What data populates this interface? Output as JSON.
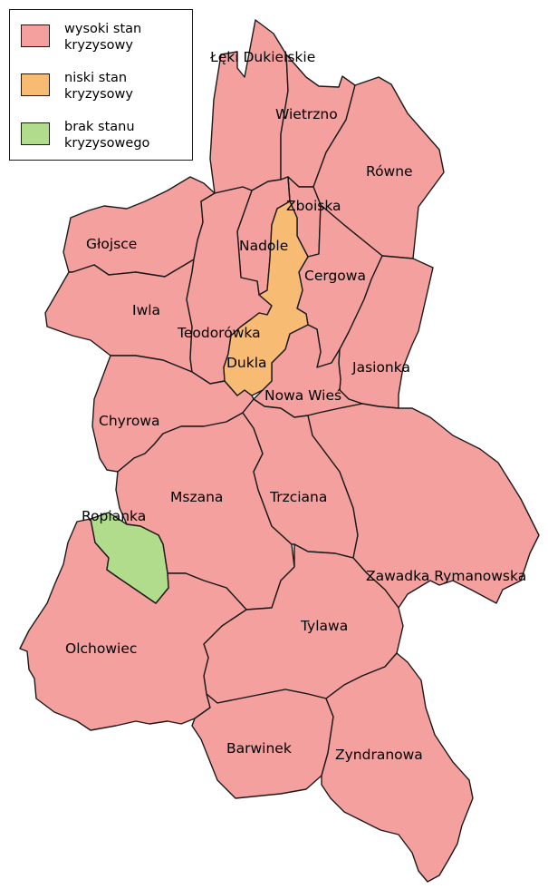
{
  "colors": {
    "high": "#f4a09e",
    "low": "#f7bb73",
    "none": "#b1dc8c"
  },
  "legend": [
    {
      "label": "wysoki stan kryzysowy",
      "status": "high"
    },
    {
      "label": "niski stan kryzysowy",
      "status": "low"
    },
    {
      "label": "brak stanu kryzysowego",
      "status": "none"
    }
  ],
  "regions": [
    {
      "name": "Łęki Dukielskie",
      "status": "high"
    },
    {
      "name": "Wietrzno",
      "status": "high"
    },
    {
      "name": "Równe",
      "status": "high"
    },
    {
      "name": "Zboiska",
      "status": "high"
    },
    {
      "name": "Głojsce",
      "status": "high"
    },
    {
      "name": "Nadole",
      "status": "high"
    },
    {
      "name": "Cergowa",
      "status": "high"
    },
    {
      "name": "Iwla",
      "status": "high"
    },
    {
      "name": "Teodorówka",
      "status": "high"
    },
    {
      "name": "Dukla",
      "status": "low"
    },
    {
      "name": "Jasionka",
      "status": "high"
    },
    {
      "name": "Nowa Wieś",
      "status": "high"
    },
    {
      "name": "Chyrowa",
      "status": "high"
    },
    {
      "name": "Mszana",
      "status": "high"
    },
    {
      "name": "Trzciana",
      "status": "high"
    },
    {
      "name": "Ropianka",
      "status": "none"
    },
    {
      "name": "Zawadka Rymanowska",
      "status": "high"
    },
    {
      "name": "Tylawa",
      "status": "high"
    },
    {
      "name": "Olchowiec",
      "status": "high"
    },
    {
      "name": "Barwinek",
      "status": "high"
    },
    {
      "name": "Zyndranowa",
      "status": "high"
    }
  ]
}
